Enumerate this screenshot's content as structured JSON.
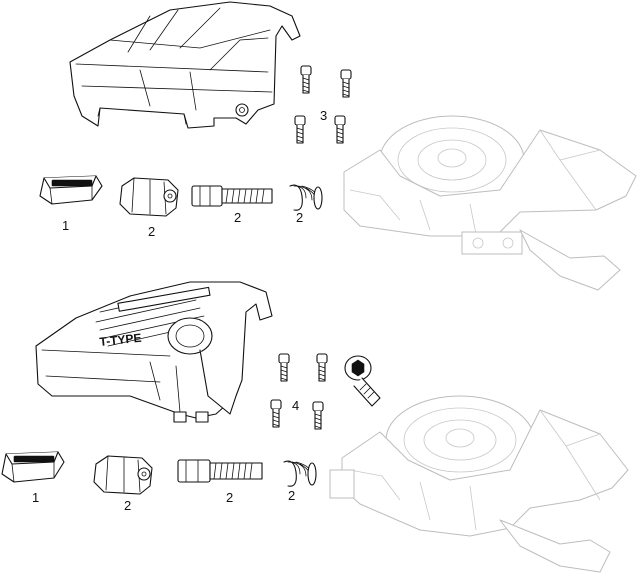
{
  "diagram": {
    "upper_group": {
      "labels": {
        "grip": "1",
        "barrel_cap": "2",
        "barrel_screw": "2",
        "spring": "2",
        "screws": "3"
      }
    },
    "lower_group": {
      "cover_marking": "T-TYPE",
      "labels": {
        "grip": "1",
        "barrel_cap": "2",
        "barrel_screw": "2",
        "spring": "2",
        "screws": "4"
      }
    }
  }
}
